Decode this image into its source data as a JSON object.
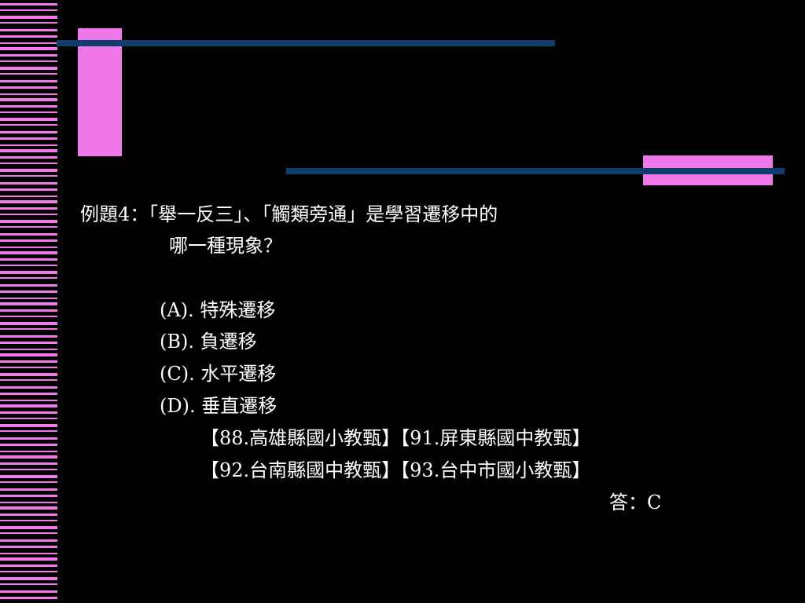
{
  "colors": {
    "background": "#000000",
    "accent_pink": "#f178ea",
    "accent_blue": "#0f3d6e",
    "text": "#ffffff"
  },
  "question": {
    "line1": "例題4：「舉一反三」、「觸類旁通」是學習遷移中的",
    "line2": "哪一種現象？"
  },
  "options": [
    {
      "label": "(A). 特殊遷移"
    },
    {
      "label": "(B). 負遷移"
    },
    {
      "label": "(C). 水平遷移"
    },
    {
      "label": "(D). 垂直遷移"
    }
  ],
  "sources": {
    "line1": "【88.高雄縣國小教甄】【91.屏東縣國中教甄】",
    "line2": "【92.台南縣國中教甄】【93.台中市國小教甄】"
  },
  "answer": "答：C"
}
